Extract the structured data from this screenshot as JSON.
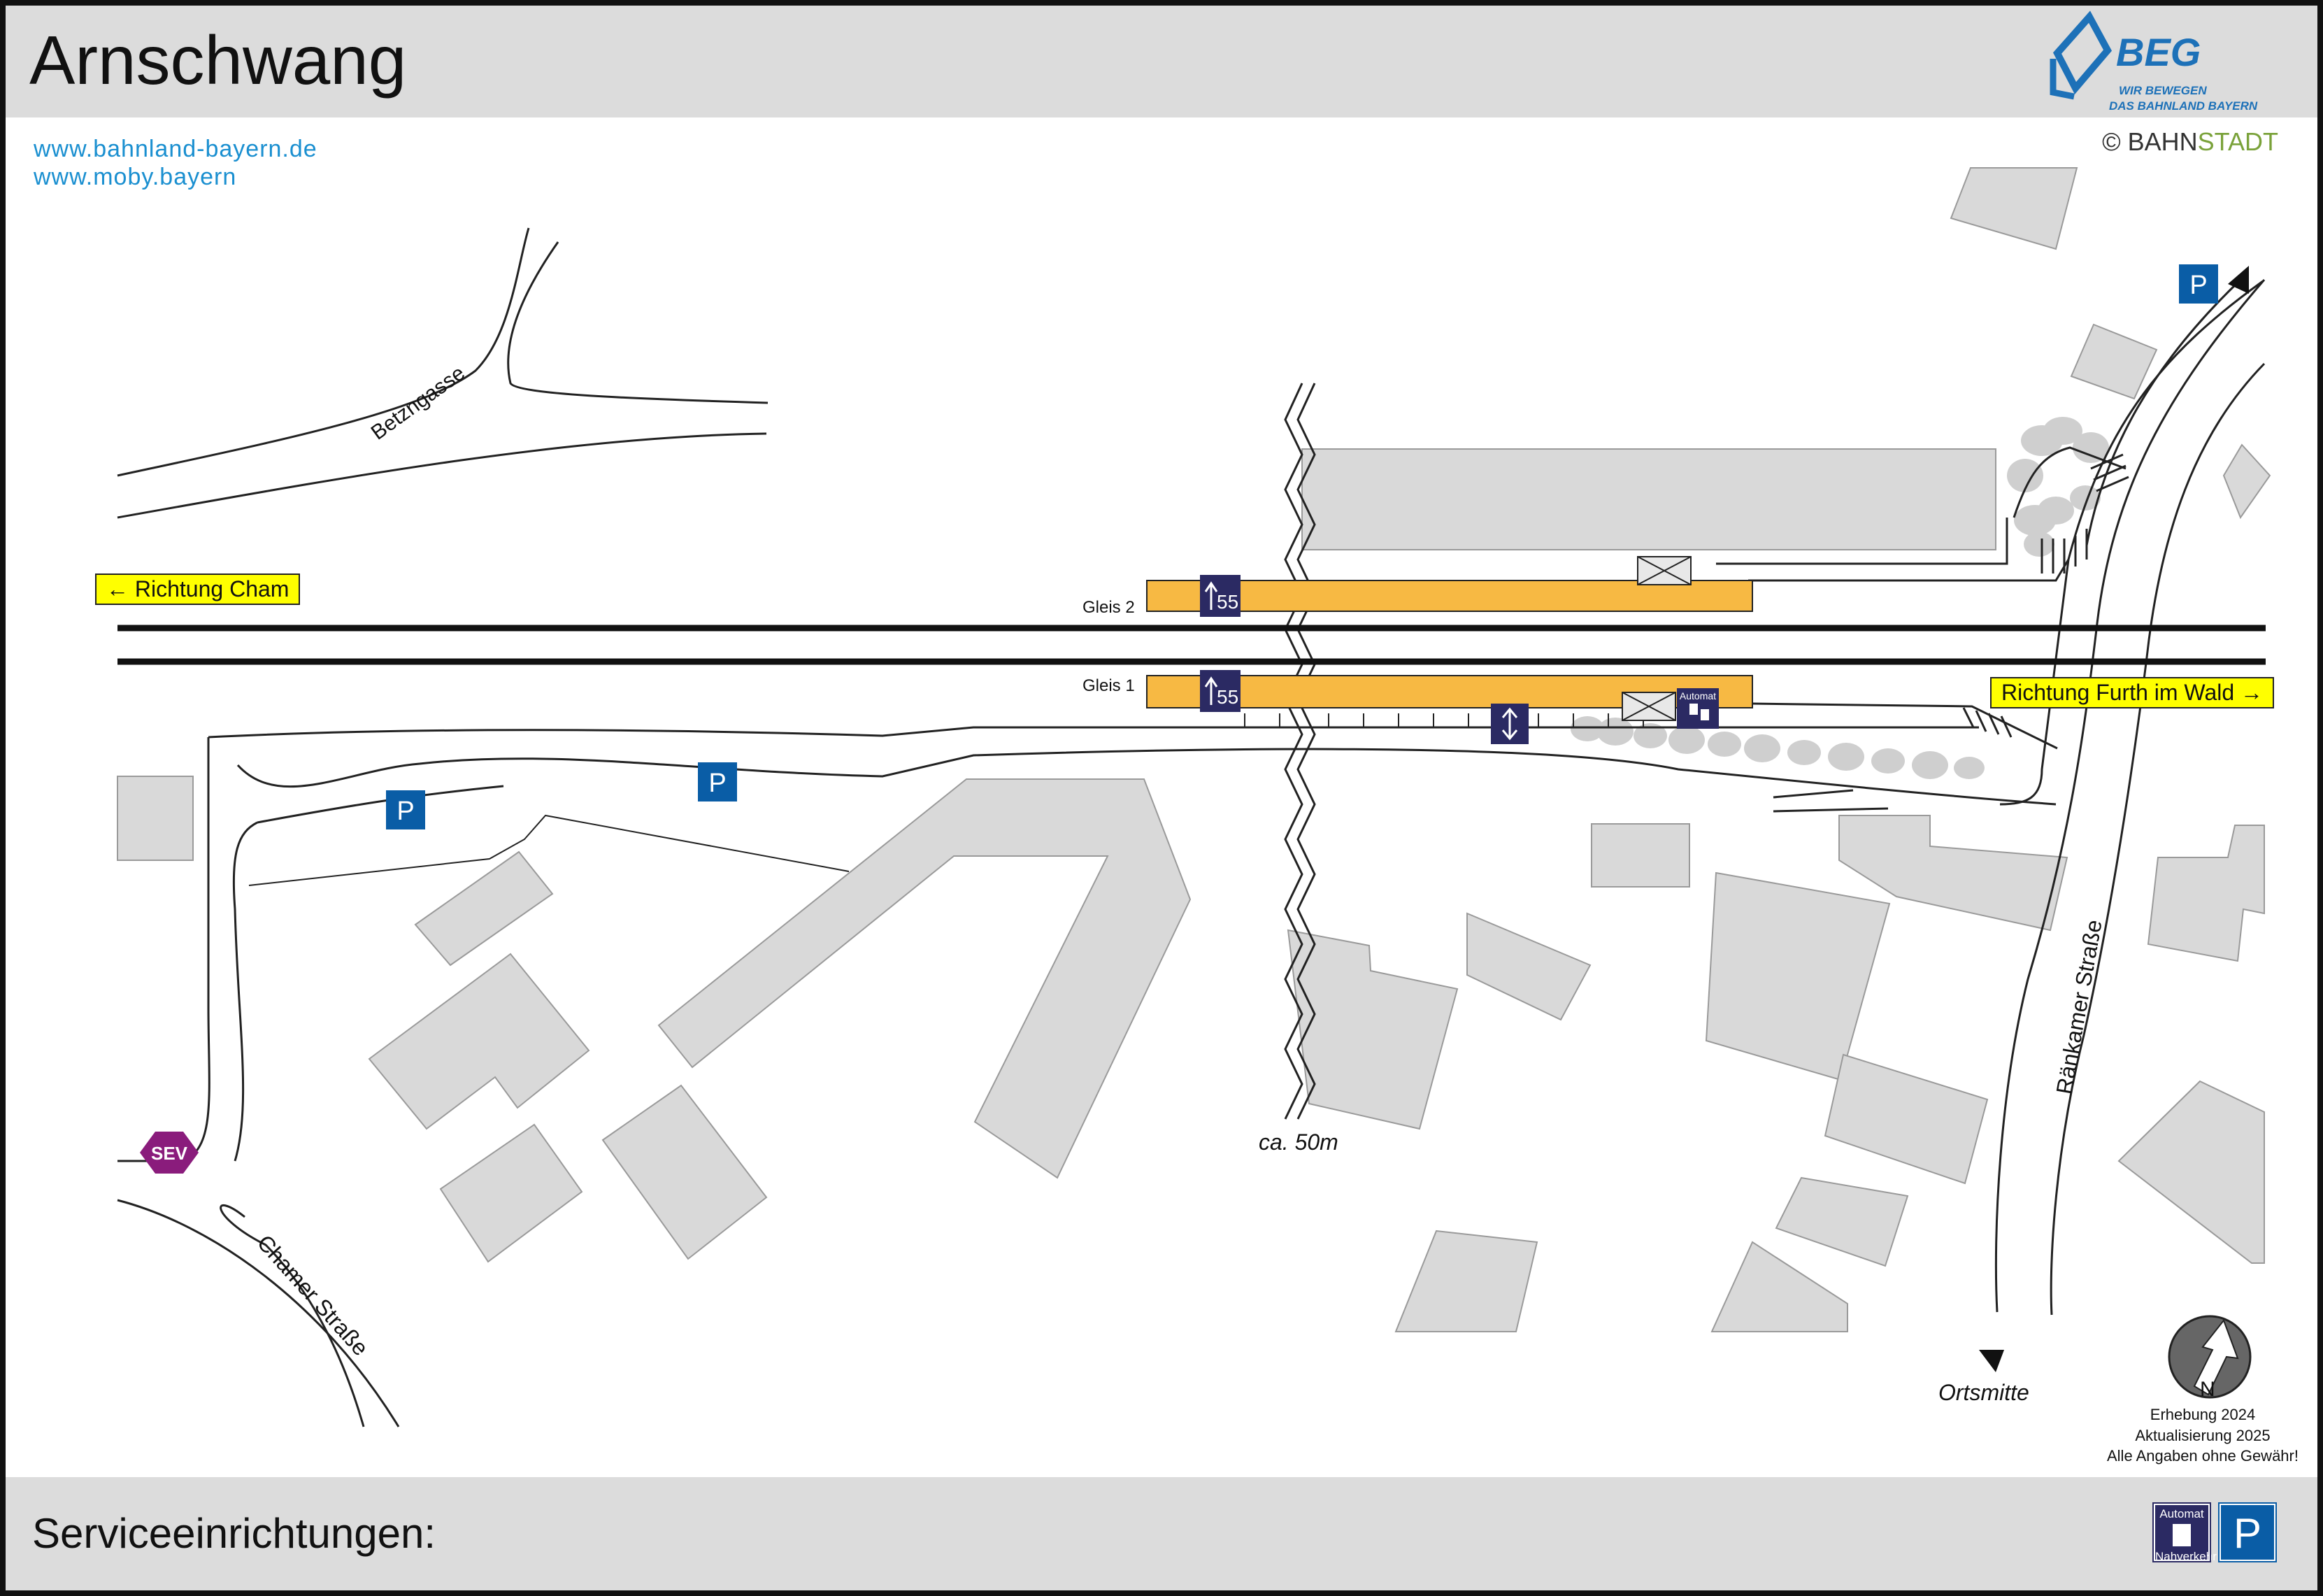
{
  "header": {
    "title": "Arnschwang",
    "logo": {
      "name": "BEG",
      "tagline_1": "WIR BEWEGEN",
      "tagline_2": "DAS BAHNLAND BAYERN"
    }
  },
  "links": [
    "www.bahnland-bayern.de",
    "www.moby.bayern"
  ],
  "copyright": {
    "symbol": "©",
    "prefix": "BAHN",
    "suffix": "STADT"
  },
  "directions": {
    "left": {
      "label": "Richtung Cham",
      "arrow": "←"
    },
    "right": {
      "label": "Richtung Furth im Wald",
      "arrow": "→"
    }
  },
  "tracks": [
    {
      "label": "Gleis 2",
      "line": "55"
    },
    {
      "label": "Gleis 1",
      "line": "55"
    }
  ],
  "streets": {
    "betzngasse": "Betzngasse",
    "chamer_strasse": "Chamer Straße",
    "raenkamer_strasse": "Ränkamer Straße"
  },
  "markers": {
    "ortsmitte": "Ortsmitte",
    "distance": "ca. 50m",
    "sev": "SEV",
    "parking": "P",
    "automat": "Automat"
  },
  "stamp": {
    "line1": "Erhebung 2024",
    "line2": "Aktualisierung 2025",
    "line3": "Alle Angaben ohne Gewähr!",
    "compass": "N"
  },
  "footer": {
    "label": "Serviceeinrichtungen:",
    "services": [
      {
        "label_top": "Automat",
        "label_bottom": "Nahverkehr",
        "icon": "ticket-machine-icon"
      },
      {
        "label": "P",
        "icon": "parking-icon"
      }
    ]
  },
  "colors": {
    "platform": "#f7b943",
    "building": "#d9d9d9",
    "direction_sign": "#ffff00",
    "parking": "#0a5da6",
    "line_badge": "#2b2a63",
    "sev": "#8a1c7c",
    "link": "#1a8fd0"
  }
}
